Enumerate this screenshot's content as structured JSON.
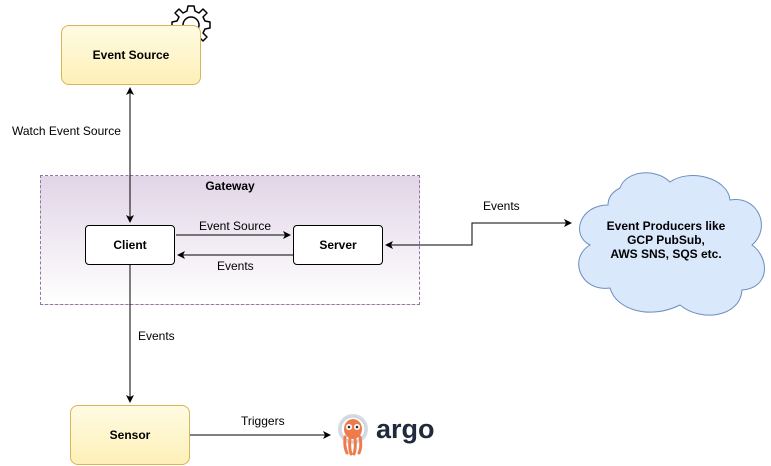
{
  "nodes": {
    "event_source": "Event Source",
    "gateway": "Gateway",
    "client": "Client",
    "server": "Server",
    "sensor": "Sensor"
  },
  "cloud": {
    "lines": [
      "Event Producers like",
      "GCP PubSub,",
      "AWS SNS, SQS etc."
    ]
  },
  "edges": {
    "watch_event_source": "Watch Event Source",
    "client_to_server": "Event Source",
    "server_to_client": "Events",
    "producers_to_server": "Events",
    "client_to_sensor": "Events",
    "sensor_to_argo": "Triggers"
  },
  "logo": {
    "text": "argo"
  },
  "icons": [
    "gear-icon",
    "argo-octopus-icon"
  ],
  "colors": {
    "yellow_fill": "#fdf0b8",
    "yellow_border": "#d6b656",
    "gateway_fill": "#e1d5e7",
    "gateway_border": "#9673a6",
    "cloud_fill": "#dae8fc",
    "cloud_border": "#6c8ebf"
  }
}
